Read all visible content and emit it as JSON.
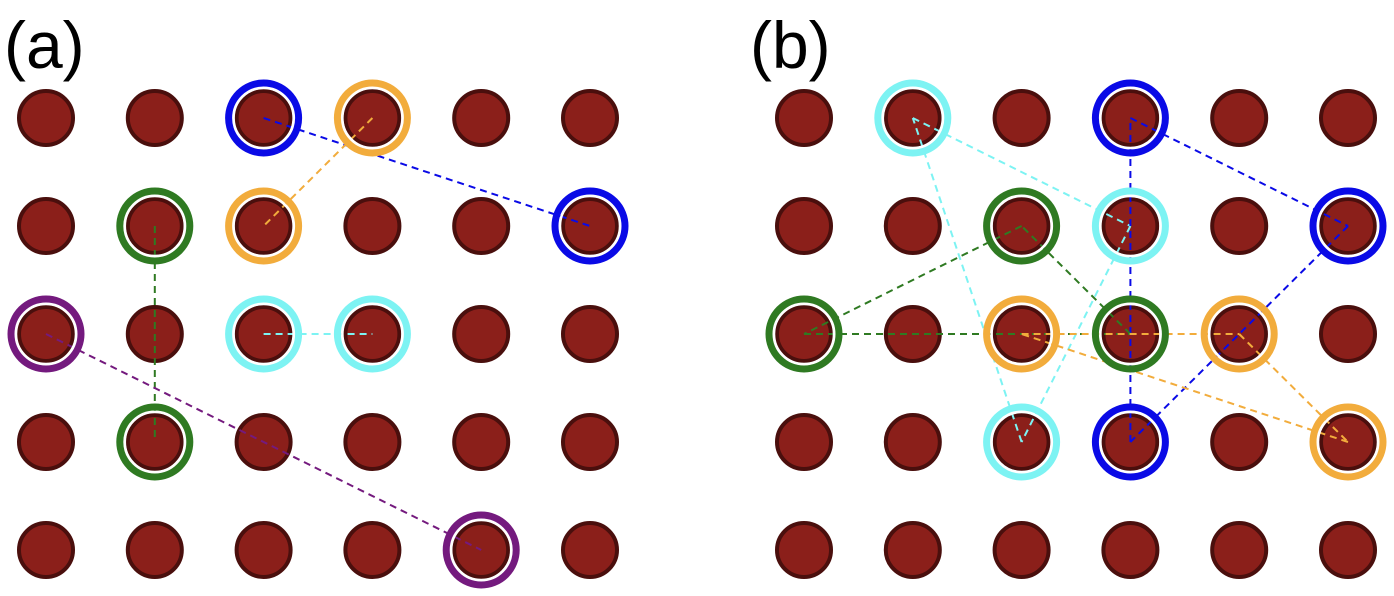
{
  "colors": {
    "atom_fill": "#8b1f1a",
    "atom_stroke": "#4a0f0d",
    "background": "#ffffff",
    "blue": "#0a0ae6",
    "orange": "#f2ac3c",
    "green": "#2f7a22",
    "cyan": "#7df3f3",
    "purple": "#741a7e"
  },
  "panels": [
    {
      "label": "(a)",
      "grid": {
        "cols": 6,
        "rows": 5
      },
      "highlights": [
        {
          "color": "blue",
          "sites": [
            [
              2,
              0
            ],
            [
              5,
              1
            ]
          ],
          "path": [
            [
              0,
              1
            ]
          ]
        },
        {
          "color": "orange",
          "sites": [
            [
              3,
              0
            ],
            [
              2,
              1
            ]
          ],
          "path": [
            [
              0,
              1
            ]
          ]
        },
        {
          "color": "green",
          "sites": [
            [
              1,
              1
            ],
            [
              1,
              3
            ]
          ],
          "path": [
            [
              0,
              1
            ]
          ]
        },
        {
          "color": "cyan",
          "sites": [
            [
              2,
              2
            ],
            [
              3,
              2
            ]
          ],
          "path": [
            [
              0,
              1
            ]
          ]
        },
        {
          "color": "purple",
          "sites": [
            [
              0,
              2
            ],
            [
              4,
              4
            ]
          ],
          "path": [
            [
              0,
              1
            ]
          ]
        }
      ]
    },
    {
      "label": "(b)",
      "grid": {
        "cols": 6,
        "rows": 5
      },
      "highlights": [
        {
          "color": "cyan",
          "sites": [
            [
              1,
              0
            ],
            [
              3,
              1
            ],
            [
              2,
              3
            ]
          ],
          "path": [
            [
              0,
              1
            ],
            [
              1,
              2
            ],
            [
              2,
              0
            ]
          ]
        },
        {
          "color": "blue",
          "sites": [
            [
              3,
              0
            ],
            [
              5,
              1
            ],
            [
              3,
              3
            ]
          ],
          "path": [
            [
              0,
              1
            ],
            [
              1,
              2
            ],
            [
              2,
              0
            ]
          ]
        },
        {
          "color": "green",
          "sites": [
            [
              2,
              1
            ],
            [
              0,
              2
            ],
            [
              3,
              2
            ]
          ],
          "path": [
            [
              0,
              1
            ],
            [
              1,
              2
            ],
            [
              2,
              0
            ]
          ]
        },
        {
          "color": "orange",
          "sites": [
            [
              2,
              2
            ],
            [
              4,
              2
            ],
            [
              5,
              3
            ]
          ],
          "path": [
            [
              0,
              1
            ],
            [
              1,
              2
            ],
            [
              2,
              0
            ]
          ]
        }
      ]
    }
  ]
}
